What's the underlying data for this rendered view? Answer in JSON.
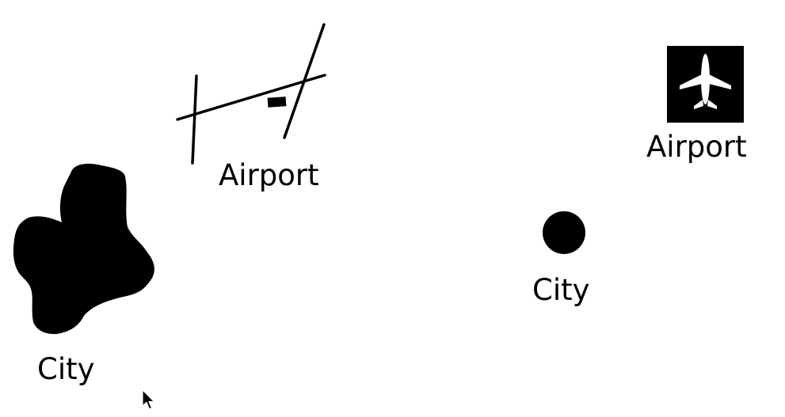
{
  "symbols": [
    {
      "id": "detailed-airport",
      "kind": "airport",
      "style": "runway-lines",
      "label": "Airport",
      "icon": "runway-icon"
    },
    {
      "id": "simple-airport",
      "kind": "airport",
      "style": "airplane-square",
      "label": "Airport",
      "icon": "airplane-icon"
    },
    {
      "id": "detailed-city",
      "kind": "city",
      "style": "city-outline-blob",
      "label": "City",
      "icon": "city-shape-icon"
    },
    {
      "id": "simple-city",
      "kind": "city",
      "style": "point-dot",
      "label": "City",
      "icon": "circle-dot-icon"
    }
  ],
  "cursor": {
    "icon": "mouse-pointer-icon"
  },
  "colors": {
    "symbol": "#000000",
    "text": "#000000",
    "background": "#ffffff"
  }
}
